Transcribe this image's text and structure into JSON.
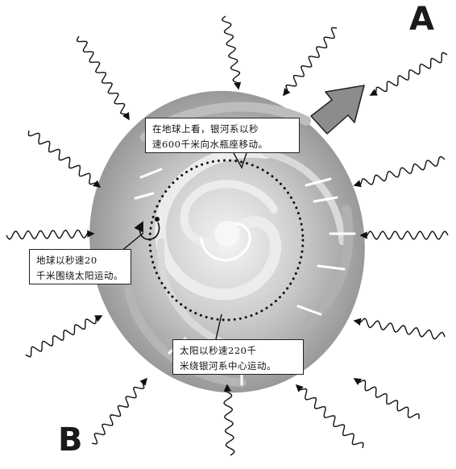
{
  "labels": {
    "top_right": "A",
    "bottom_left": "B"
  },
  "callouts": {
    "galaxy": {
      "line1": "在地球上看，银河系以秒",
      "line2": "速600千米向水瓶座移动。"
    },
    "earth": {
      "line1": "地球以秒速20",
      "line2": "千米围绕太阳运动。"
    },
    "sun": {
      "line1": "太阳以秒速220千",
      "line2": "米绕银河系中心运动。"
    }
  },
  "colors": {
    "galaxy_outer": "#9a9a9a",
    "galaxy_light": "#e6e6e6",
    "arrow_fill": "#8c8c8c",
    "ink": "#111111"
  },
  "icons": {
    "arrow": "block-arrow-icon",
    "wave": "wavy-arrow-icon"
  }
}
